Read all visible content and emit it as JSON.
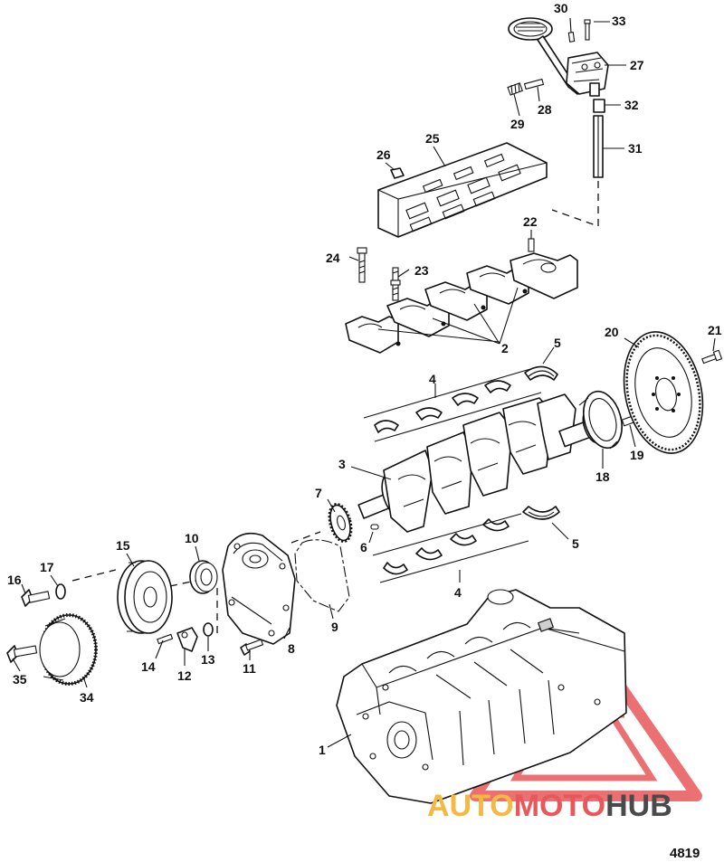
{
  "figure_number": "4819",
  "watermark": {
    "brand_part1": "AUTO",
    "brand_part2": "MOTO",
    "brand_part3": "HUB",
    "color_part1": "#f5b942",
    "color_part2": "#e8585a",
    "color_part3": "#4a4a4a",
    "triangle_color": "#e8585a"
  },
  "callouts": {
    "c1": "1",
    "c2": "2",
    "c3": "3",
    "c4a": "4",
    "c4b": "4",
    "c5a": "5",
    "c5b": "5",
    "c6": "6",
    "c7": "7",
    "c8": "8",
    "c9": "9",
    "c10": "10",
    "c11": "11",
    "c12": "12",
    "c13": "13",
    "c14": "14",
    "c15": "15",
    "c16": "16",
    "c17": "17",
    "c18": "18",
    "c19": "19",
    "c20": "20",
    "c21": "21",
    "c22": "22",
    "c23": "23",
    "c24": "24",
    "c25": "25",
    "c26": "26",
    "c27": "27",
    "c28": "28",
    "c29": "29",
    "c30": "30",
    "c31": "31",
    "c32": "32",
    "c33": "33",
    "c34": "34",
    "c35": "35"
  }
}
